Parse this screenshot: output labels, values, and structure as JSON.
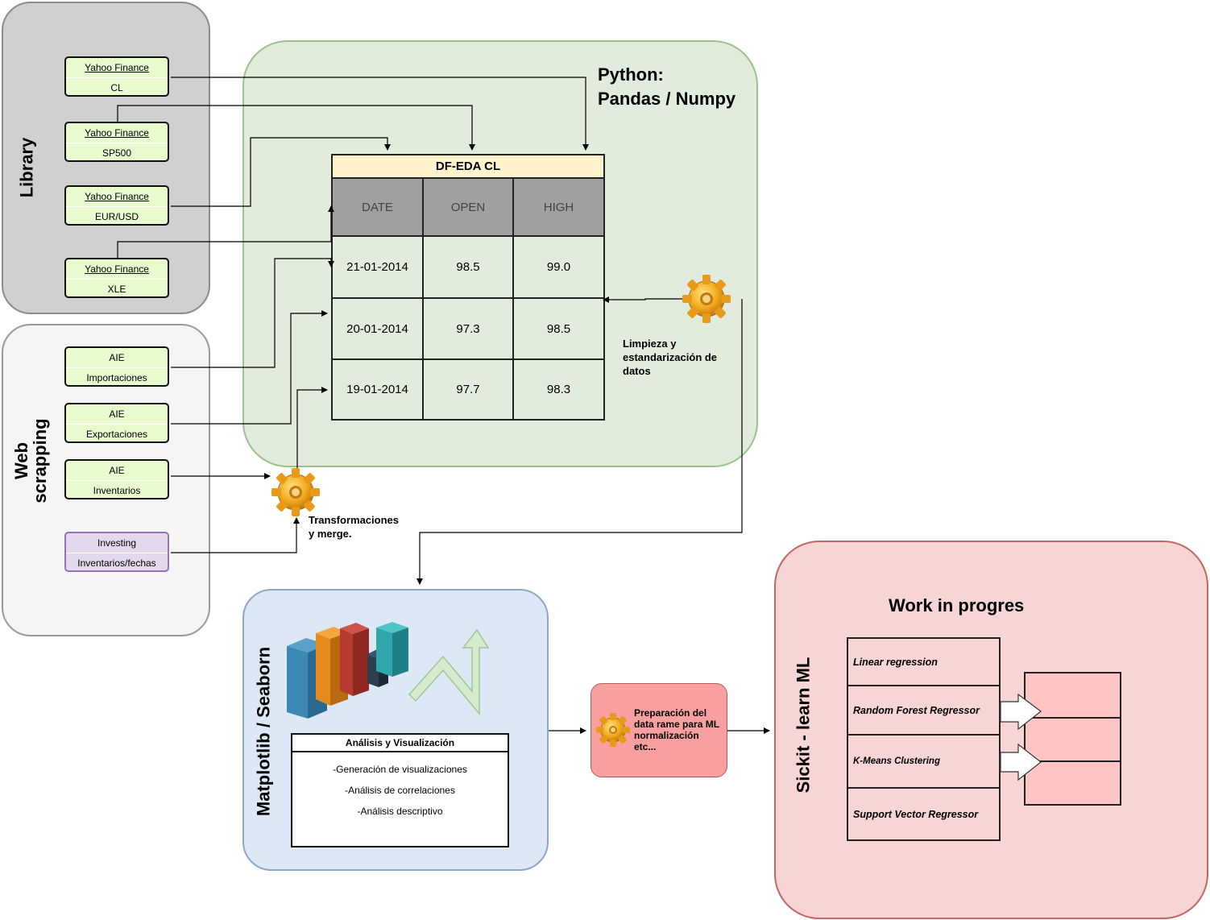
{
  "library": {
    "label": "Library",
    "sources": [
      {
        "top": "Yahoo Finance",
        "bottom": "CL"
      },
      {
        "top": "Yahoo Finance",
        "bottom": "SP500"
      },
      {
        "top": "Yahoo Finance",
        "bottom": "EUR/USD"
      },
      {
        "top": "Yahoo Finance",
        "bottom": "XLE"
      }
    ]
  },
  "web": {
    "label_line1": "Web",
    "label_line2": "scrapping",
    "sources": [
      {
        "top": "AIE",
        "bottom": "Importaciones"
      },
      {
        "top": "AIE",
        "bottom": "Exportaciones"
      },
      {
        "top": "AIE",
        "bottom": "Inventarios"
      },
      {
        "top": "Investing",
        "bottom": "Inventarios/fechas"
      }
    ]
  },
  "python": {
    "title_line1": "Python:",
    "title_line2": "Pandas / Numpy",
    "table": {
      "title": "DF-EDA CL",
      "headers": [
        "DATE",
        "OPEN",
        "HIGH"
      ],
      "rows": [
        [
          "21-01-2014",
          "98.5",
          "99.0"
        ],
        [
          "20-01-2014",
          "97.3",
          "98.5"
        ],
        [
          "19-01-2014",
          "97.7",
          "98.3"
        ]
      ]
    },
    "cleaning_note": [
      "Limpieza y",
      "estandarización de",
      "datos"
    ]
  },
  "transform_note": [
    "Transformaciones",
    "y merge."
  ],
  "viz": {
    "label": "Matplotlib / Seaborn",
    "box_title": "Análisis y Visualización",
    "items": [
      "-Generación de visualizaciones",
      "-Análisis de correlaciones",
      "-Análisis descriptivo"
    ]
  },
  "prep": {
    "lines": [
      "Preparación del",
      "data rame para ML",
      "normalización",
      "etc..."
    ]
  },
  "ml": {
    "title": "Work in progres",
    "label": "Sickit - learn  ML",
    "models": [
      "Linear regression",
      "Random Forest Regressor",
      "K-Means Clustering",
      "Support Vector Regressor"
    ]
  },
  "colors": {
    "library_bg": "#d0d0d0",
    "python_bg": "#e1ecdd",
    "viz_bg": "#dde8f7",
    "ml_bg": "#f8d5d5",
    "source_green": "#e8fbcf",
    "source_purple": "#e4d8ec",
    "table_title_bg": "#fff2cc",
    "header_gray": "#a0a0a0"
  }
}
